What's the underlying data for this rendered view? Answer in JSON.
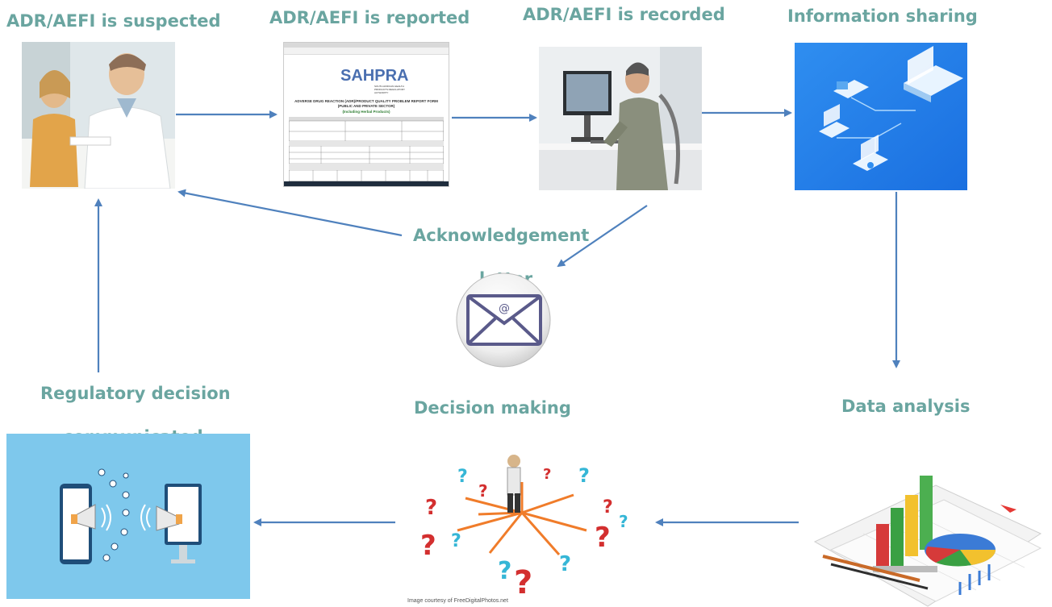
{
  "diagram": {
    "steps": {
      "suspected": "ADR/AEFI is suspected",
      "reported": "ADR/AEFI is reported",
      "recorded": "ADR/AEFI is recorded",
      "sharing": "Information sharing",
      "analysis": "Data analysis",
      "decision": "Decision making",
      "regulatory_line1": "Regulatory decision",
      "regulatory_line2": "communicated",
      "ack_line1": "Acknowledgement",
      "ack_line2": "letter"
    },
    "images": {
      "suspected": "doctor-patient-consultation-photo",
      "reported": "sahpra-report-form-screenshot",
      "recorded": "man-at-computer-photo",
      "sharing": "network-devices-illustration",
      "analysis": "charts-on-paper-illustration",
      "decision": "question-marks-crowd-illustration",
      "regulatory": "megaphone-devices-illustration",
      "ack": "envelope-email-icon"
    },
    "form_screenshot": {
      "logo": "SAHPRA",
      "logo_sub": "SOUTH AFRICAN HEALTH PRODUCTS REGULATORY AUTHORITY",
      "form_title": "ADVERSE DRUG REACTION (ADR)/PRODUCT QUALITY PROBLEM REPORT FORM (PUBLIC AND PRIVATE SECTOR)",
      "form_subtitle": "(Including Herbal Products)"
    },
    "credit": "Image courtesy of FreeDigitalPhotos.net",
    "colors": {
      "label": "#6aa5a0",
      "arrow": "#4f81bd"
    }
  }
}
